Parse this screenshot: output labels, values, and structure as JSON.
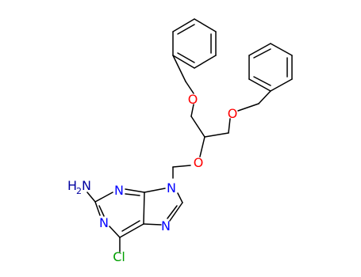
{
  "molecule": {
    "labels": {
      "o_top": "O",
      "o_right": "O",
      "o_center": "O",
      "n9": "N",
      "n3": "N",
      "n1": "N",
      "n7": "N",
      "amine_n": "N",
      "amine_h": "H",
      "amine_sub": "2",
      "chlorine": "Cl"
    },
    "colors": {
      "bond": "#000000",
      "oxygen": "#ff0000",
      "nitrogen": "#0000ff",
      "nitrogen_amine": "#0000a0",
      "chlorine": "#00a000"
    }
  }
}
